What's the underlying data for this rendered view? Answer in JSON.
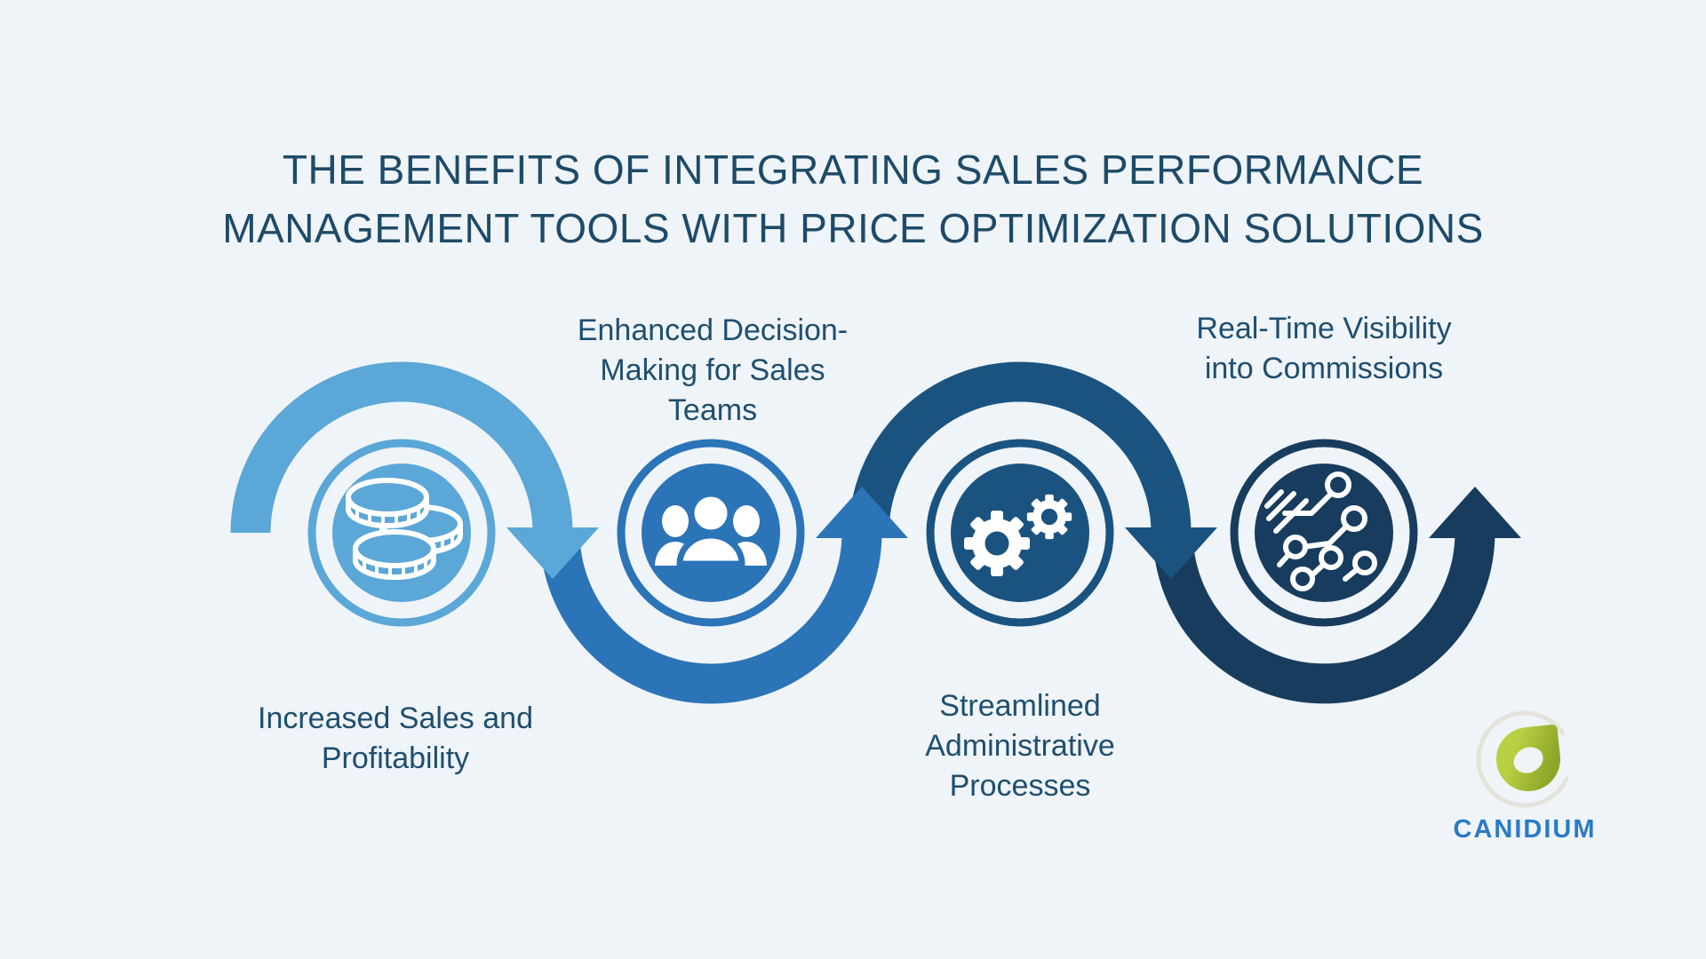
{
  "title": {
    "line1": "THE BENEFITS OF INTEGRATING SALES PERFORMANCE",
    "line2": "MANAGEMENT TOOLS WITH PRICE OPTIMIZATION SOLUTIONS"
  },
  "steps": [
    {
      "icon": "coins-icon",
      "color": "#5BA7D8",
      "label_position": "below",
      "label_lines": [
        "Increased Sales and",
        "Profitability"
      ]
    },
    {
      "icon": "team-icon",
      "color": "#2B74B8",
      "label_position": "above",
      "label_lines": [
        "Enhanced Decision-",
        "Making for Sales",
        "Teams"
      ]
    },
    {
      "icon": "gears-icon",
      "color": "#1A5380",
      "label_position": "below",
      "label_lines": [
        "Streamlined",
        "Administrative",
        "Processes"
      ]
    },
    {
      "icon": "circuit-icon",
      "color": "#183C5E",
      "label_position": "above",
      "label_lines": [
        "Real-Time Visibility",
        "into Commissions"
      ]
    }
  ],
  "logo": {
    "text": "CANIDIUM",
    "mark": "green-drop-icon"
  },
  "colors": {
    "background": "#EFF4F8",
    "title_text": "#1E4A68",
    "label_text": "#1F4E6F",
    "step1": "#5BA7D8",
    "step2": "#2B74B8",
    "step3": "#1A5380",
    "step4": "#183C5E",
    "icon_white": "#FFFFFF",
    "logo_green_light": "#B9D044",
    "logo_green_dark": "#8CA428",
    "logo_ring": "#E5E2DC",
    "logo_text_blue": "#2B7BC5"
  }
}
